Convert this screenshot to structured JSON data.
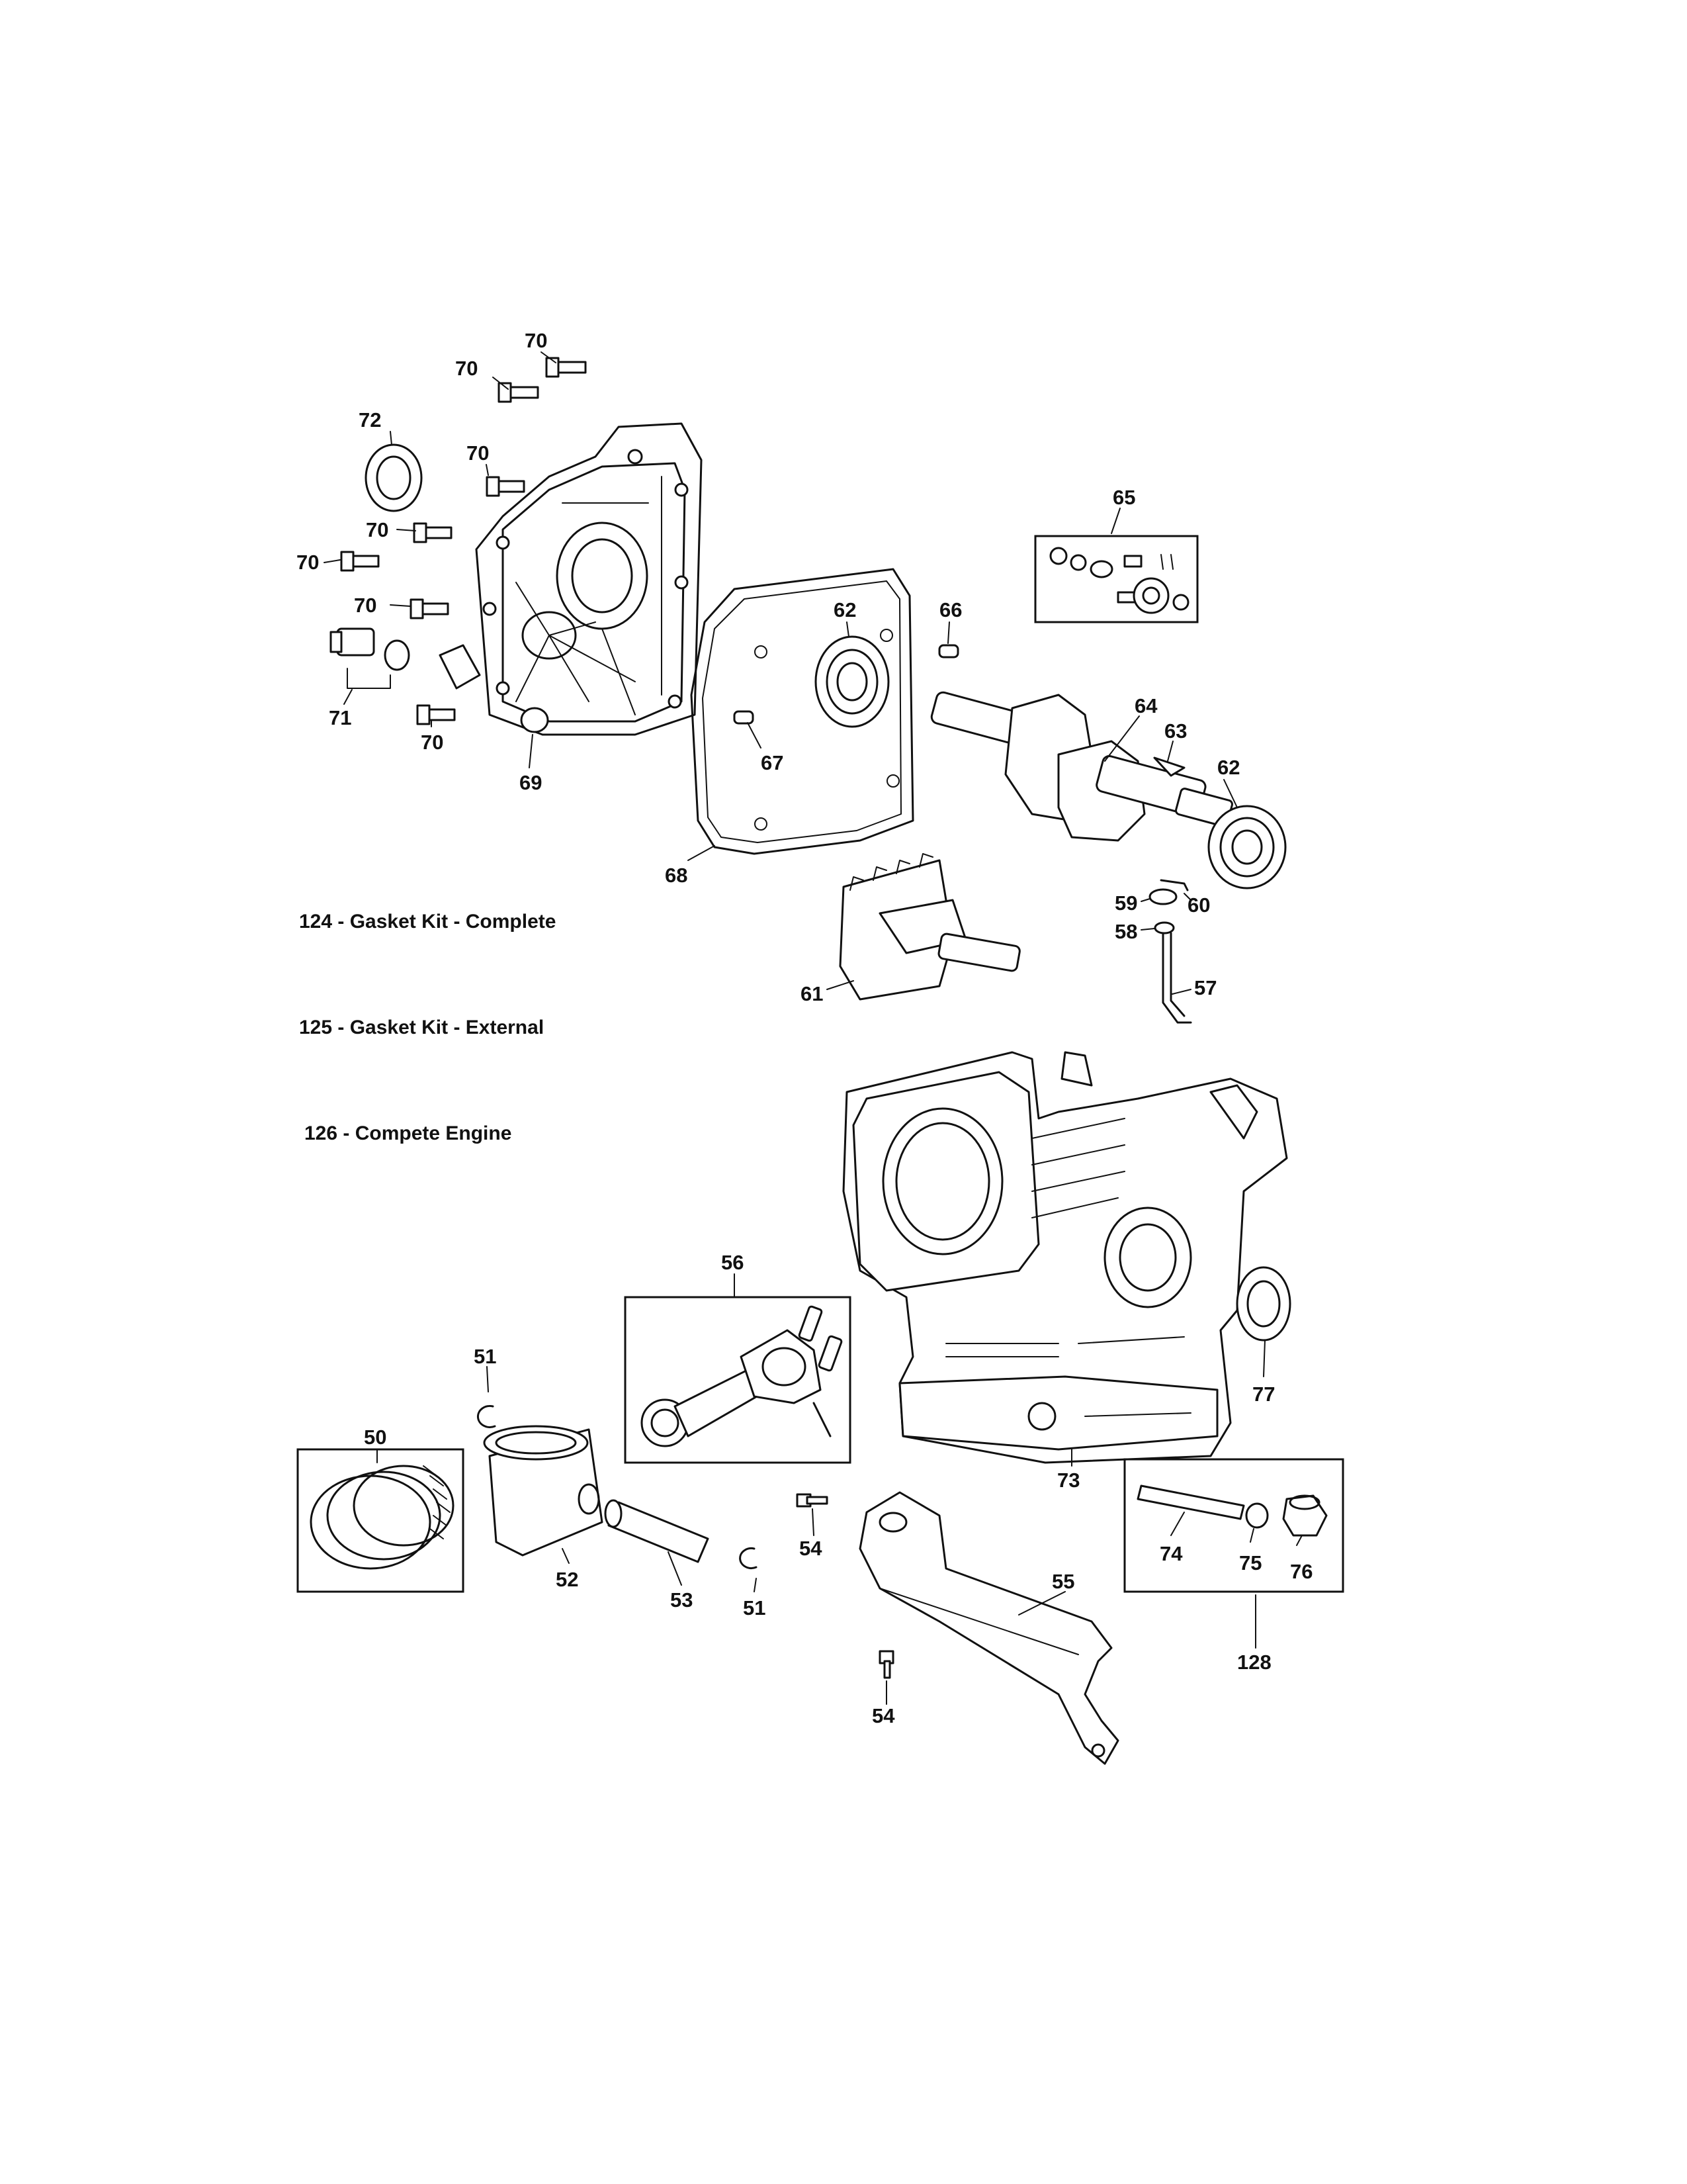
{
  "kits": [
    {
      "id": "124",
      "text": "124 - Gasket Kit - Complete"
    },
    {
      "id": "125",
      "text": "125 - Gasket Kit - External"
    },
    {
      "id": "126",
      "text": "126 - Compete Engine"
    }
  ],
  "callouts": [
    "70",
    "70",
    "72",
    "70",
    "70",
    "70",
    "70",
    "71",
    "70",
    "69",
    "65",
    "62",
    "66",
    "67",
    "68",
    "64",
    "63",
    "62",
    "59",
    "60",
    "58",
    "57",
    "61",
    "56",
    "77",
    "51",
    "50",
    "73",
    "74",
    "75",
    "76",
    "52",
    "53",
    "51",
    "54",
    "55",
    "128",
    "54"
  ]
}
